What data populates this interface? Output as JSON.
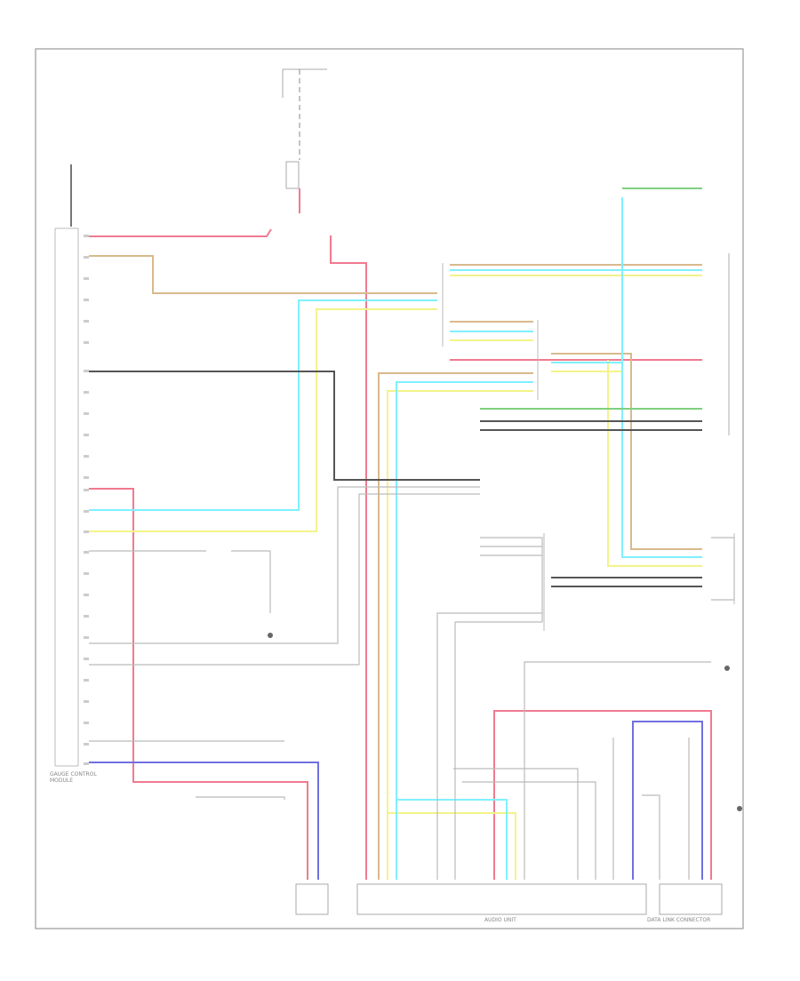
{
  "colors": {
    "red": "#f07a90",
    "yellow": "#f3f38a",
    "cyan": "#7ff0ff",
    "orange": "#d9b98c",
    "green": "#7fd07f",
    "blue": "#7070e0",
    "black": "#444444",
    "gray": "#bbbbbb",
    "border": "#999999"
  },
  "labels": {
    "audio_unit": "AUDIO UNIT",
    "gauge_control_module": "GAUGE CONTROL MODULE",
    "data_link": "DATA LINK CONNECTOR"
  }
}
